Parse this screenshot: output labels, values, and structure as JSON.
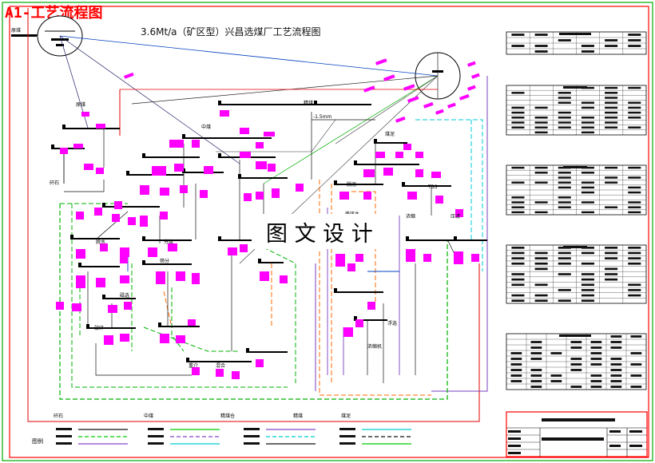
{
  "sheet_tag": "A1-工艺流程图",
  "drawing_title": "3.6Mt/a（矿区型）兴昌选煤厂工艺流程图",
  "watermark": "图 文 设 计",
  "raw_coal_label": "原煤",
  "labels": {
    "t1": "原煤",
    "t2": "矸石",
    "t3": "精煤",
    "t4": "中煤",
    "t5": "煤泥",
    "t6": "矸石",
    "t7": "-1.5mm",
    "t8": "TBS",
    "t9": "脱泥",
    "t10": "浓缩",
    "t11": "压滤",
    "t12": "脱水",
    "t13": "分级",
    "t14": "筛分",
    "t15": "破碎",
    "t16": "混合",
    "t17": "重介",
    "t18": "磁选",
    "t19": "浮选",
    "t20": "精煤仓",
    "t21": "浓缩机",
    "t22": "循环水",
    "legend_title": "图例"
  },
  "legend_colors": [
    "#111111",
    "#00cc00",
    "#8844cc",
    "#00cccc"
  ],
  "line_colors": {
    "raw": "#1a1a1a",
    "clean": "#00b000",
    "middling": "#7a3fc0",
    "water": "#00c8d8",
    "slime": "#ff6a00",
    "reject": "#e00000",
    "medium": "#0040c0",
    "pink": "#ff00ff",
    "frame_red": "#ff0000",
    "frame_green": "#00aa00"
  }
}
